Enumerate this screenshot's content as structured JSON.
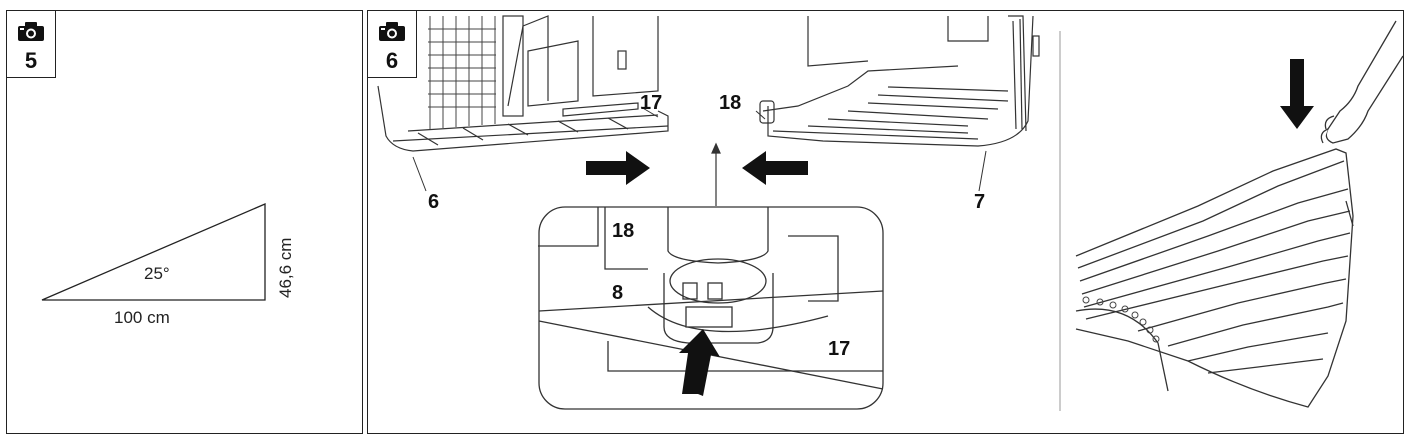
{
  "figure5": {
    "step_number": "5",
    "angle_label": "25°",
    "base_label": "100 cm",
    "height_label": "46,6 cm"
  },
  "figure6": {
    "step_number": "6",
    "callouts": {
      "part_17_top": "17",
      "part_18_top": "18",
      "part_6": "6",
      "part_7": "7",
      "detail_18": "18",
      "detail_8": "8",
      "detail_17": "17"
    }
  },
  "icons": {
    "step_badge": "camera-icon",
    "direction": "arrow-icon"
  }
}
